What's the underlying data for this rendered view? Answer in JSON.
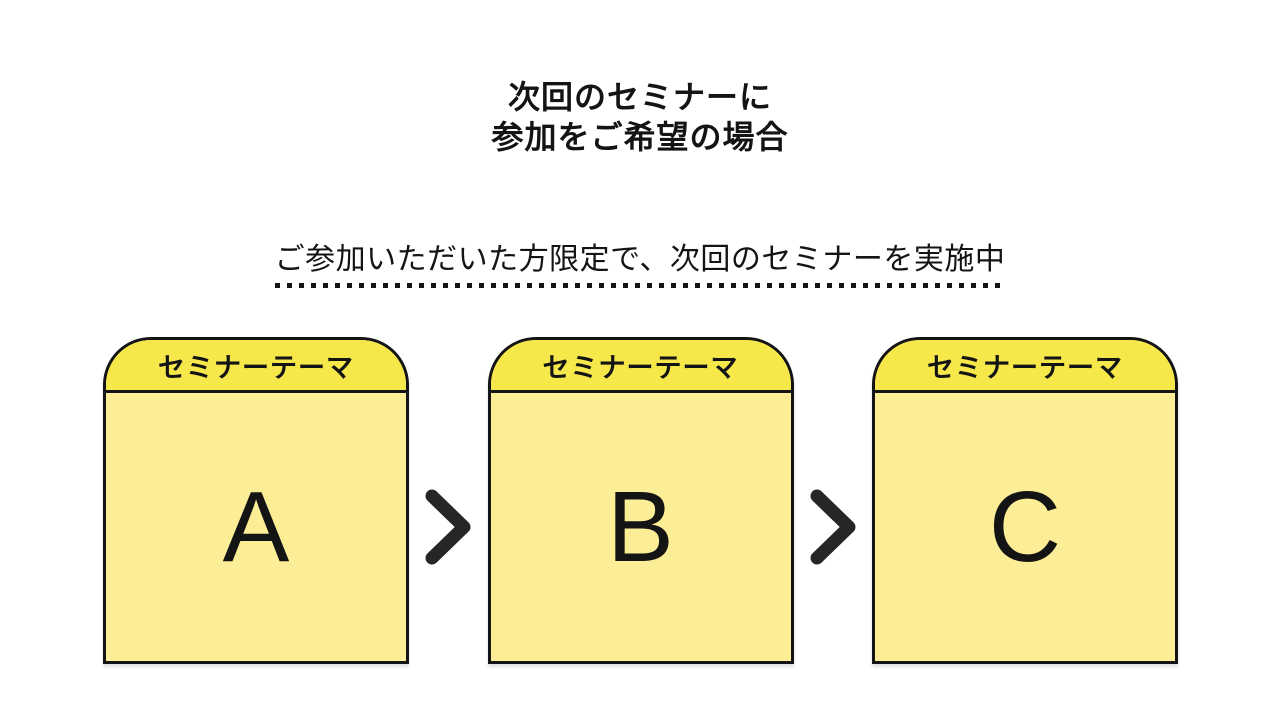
{
  "slide": {
    "title_lines": [
      "次回のセミナーに",
      "参加をご希望の場合"
    ],
    "subtitle": "ご参加いただいた方限定で、次回のセミナーを実施中",
    "cards": [
      {
        "header": "セミナーテーマ",
        "letter": "A"
      },
      {
        "header": "セミナーテーマ",
        "letter": "B"
      },
      {
        "header": "セミナーテーマ",
        "letter": "C"
      }
    ]
  },
  "colors": {
    "background": "#FFFFFF",
    "card_header_yellow": "#F6E84A",
    "card_body_yellow": "#FCEE96",
    "card_outline": "#141414",
    "text": "#141414",
    "chevron": "#262626"
  }
}
